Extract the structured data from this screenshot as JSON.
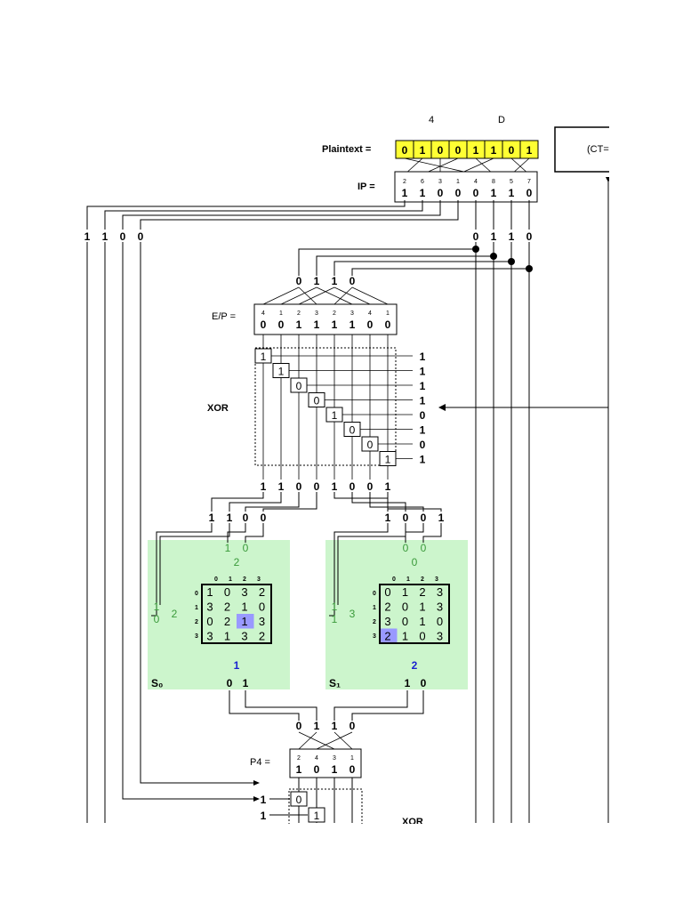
{
  "header": {
    "hex_hi": "4",
    "hex_lo": "D",
    "ct_label": "(CT="
  },
  "plaintext": {
    "label": "Plaintext =",
    "bits": [
      "0",
      "1",
      "0",
      "0",
      "1",
      "1",
      "0",
      "1"
    ],
    "highlight": "#ffff33"
  },
  "ip": {
    "label": "IP =",
    "index": [
      "2",
      "6",
      "3",
      "1",
      "4",
      "8",
      "5",
      "7"
    ],
    "bits": [
      "1",
      "1",
      "0",
      "0",
      "0",
      "1",
      "1",
      "0"
    ]
  },
  "split": {
    "left": [
      "1",
      "1",
      "0",
      "0"
    ],
    "right": [
      "0",
      "1",
      "1",
      "0"
    ],
    "right_copy": [
      "0",
      "1",
      "1",
      "0"
    ]
  },
  "ep": {
    "label": "E/P =",
    "index": [
      "4",
      "1",
      "2",
      "3",
      "2",
      "3",
      "4",
      "1"
    ],
    "bits": [
      "0",
      "0",
      "1",
      "1",
      "1",
      "1",
      "0",
      "0"
    ]
  },
  "xor1": {
    "label": "XOR",
    "key_bits": [
      "1",
      "1",
      "1",
      "1",
      "0",
      "1",
      "0",
      "1"
    ],
    "diag_bits": [
      "1",
      "1",
      "0",
      "0",
      "1",
      "0",
      "0",
      "1"
    ],
    "result": [
      "1",
      "1",
      "0",
      "0",
      "1",
      "0",
      "0",
      "1"
    ]
  },
  "sbox_inputs": {
    "s0": [
      "1",
      "1",
      "0",
      "0"
    ],
    "s1": [
      "1",
      "0",
      "0",
      "1"
    ]
  },
  "s0": {
    "name": "S₀",
    "colbits": [
      "1",
      "0"
    ],
    "col": "2",
    "rowbits": [
      "1",
      "0"
    ],
    "row": "2",
    "col_index": [
      "0",
      "1",
      "2",
      "3"
    ],
    "row_index": [
      "0",
      "1",
      "2",
      "3"
    ],
    "matrix": [
      [
        "1",
        "0",
        "3",
        "2"
      ],
      [
        "3",
        "2",
        "1",
        "0"
      ],
      [
        "0",
        "2",
        "1",
        "3"
      ],
      [
        "3",
        "1",
        "3",
        "2"
      ]
    ],
    "selected": [
      2,
      2
    ],
    "value": "1",
    "output": [
      "0",
      "1"
    ]
  },
  "s1": {
    "name": "S₁",
    "colbits": [
      "0",
      "0"
    ],
    "col": "0",
    "rowbits": [
      "1",
      "1"
    ],
    "row": "3",
    "col_index": [
      "0",
      "1",
      "2",
      "3"
    ],
    "row_index": [
      "0",
      "1",
      "2",
      "3"
    ],
    "matrix": [
      [
        "0",
        "1",
        "2",
        "3"
      ],
      [
        "2",
        "0",
        "1",
        "3"
      ],
      [
        "3",
        "0",
        "1",
        "0"
      ],
      [
        "2",
        "1",
        "0",
        "3"
      ]
    ],
    "selected": [
      3,
      0
    ],
    "value": "2",
    "output": [
      "1",
      "0"
    ]
  },
  "p4_in": [
    "0",
    "1",
    "1",
    "0"
  ],
  "p4": {
    "label": "P4 =",
    "index": [
      "2",
      "4",
      "3",
      "1"
    ],
    "bits": [
      "1",
      "0",
      "1",
      "0"
    ]
  },
  "xor2": {
    "label": "XOR",
    "left_bits": [
      "1",
      "1"
    ],
    "diag_bits": [
      "0",
      "1"
    ]
  },
  "colors": {
    "sbox_bg": "#ccf5cc",
    "selected_cell": "#9999ff",
    "plaintext_bg": "#ffff33"
  }
}
